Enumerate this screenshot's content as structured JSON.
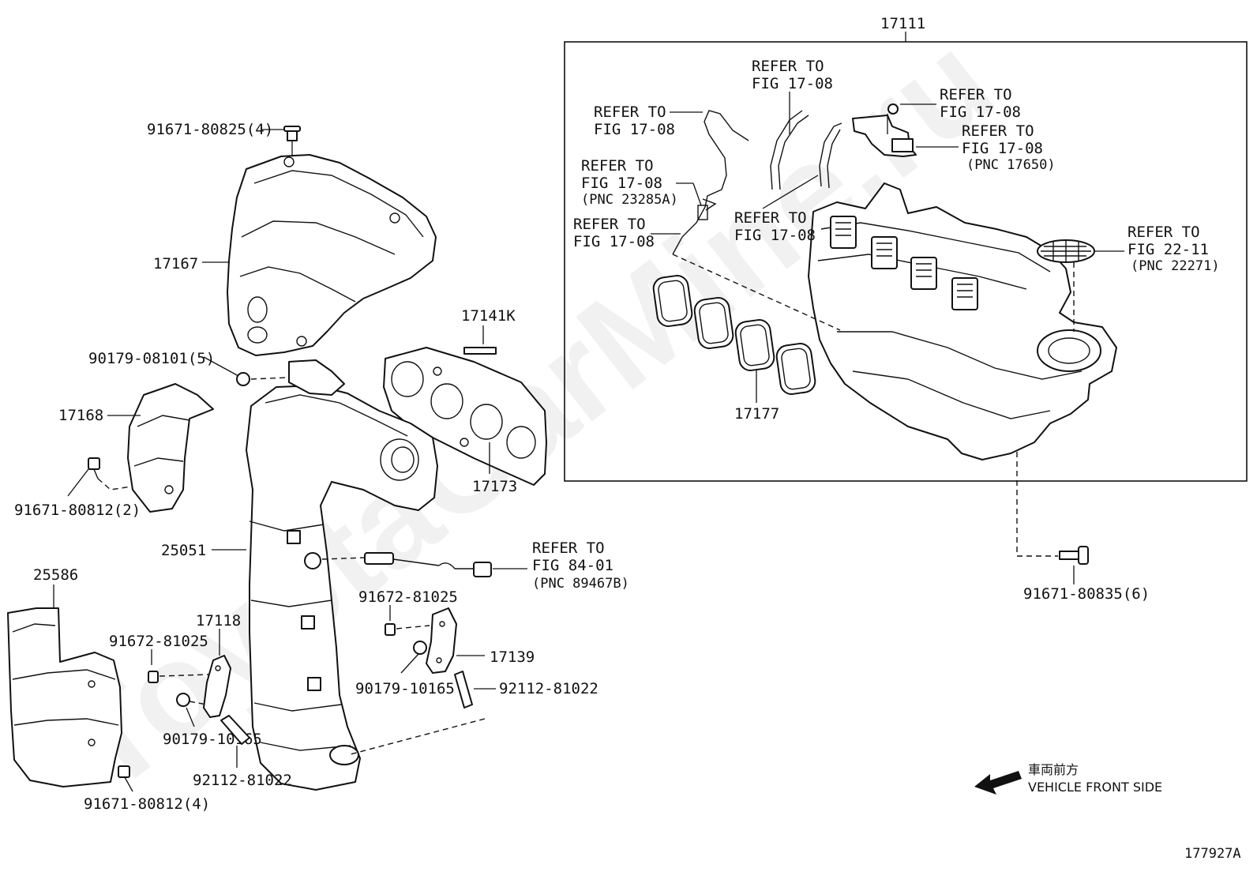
{
  "diagram": {
    "figure_id": "177927A",
    "watermark": "ToyotaCarMine.ru",
    "labels": {
      "p17111": "17111",
      "p17167": "17167",
      "p17168": "17168",
      "p17141K": "17141K",
      "p17173": "17173",
      "p25051": "25051",
      "p25586": "25586",
      "p17118": "17118",
      "p17139": "17139",
      "p17177": "17177",
      "b91671_80825": "91671-80825(4)",
      "b90179_08101": "90179-08101(5)",
      "b91671_80812_2": "91671-80812(2)",
      "b91672_81025_a": "91672-81025",
      "b91672_81025_b": "91672-81025",
      "b90179_10165_a": "90179-10165",
      "b90179_10165_b": "90179-10165",
      "b92112_81022_a": "92112-81022",
      "b92112_81022_b": "92112-81022",
      "b91671_80812_4": "91671-80812(4)",
      "b91671_80835": "91671-80835(6)"
    },
    "refs": {
      "r1_l1": "REFER TO",
      "r1_l2": "FIG 17-08",
      "r2_l1": "REFER TO",
      "r2_l2": "FIG 17-08",
      "r3_l1": "REFER TO",
      "r3_l2": "FIG 17-08",
      "r3_l3": "(PNC 23285A)",
      "r4_l1": "REFER TO",
      "r4_l2": "FIG 17-08",
      "r5_l1": "REFER TO",
      "r5_l2": "FIG 17-08",
      "r6_l1": "REFER TO",
      "r6_l2": "FIG 17-08",
      "r7_l1": "REFER TO",
      "r7_l2": "FIG 17-08",
      "r7_l3": "(PNC 17650)",
      "r8_l1": "REFER TO",
      "r8_l2": "FIG 22-11",
      "r8_l3": "(PNC 22271)",
      "r9_l1": "REFER TO",
      "r9_l2": "FIG 84-01",
      "r9_l3": "(PNC 89467B)"
    },
    "front": {
      "jp": "車両前方",
      "en": "VEHICLE FRONT SIDE"
    }
  }
}
